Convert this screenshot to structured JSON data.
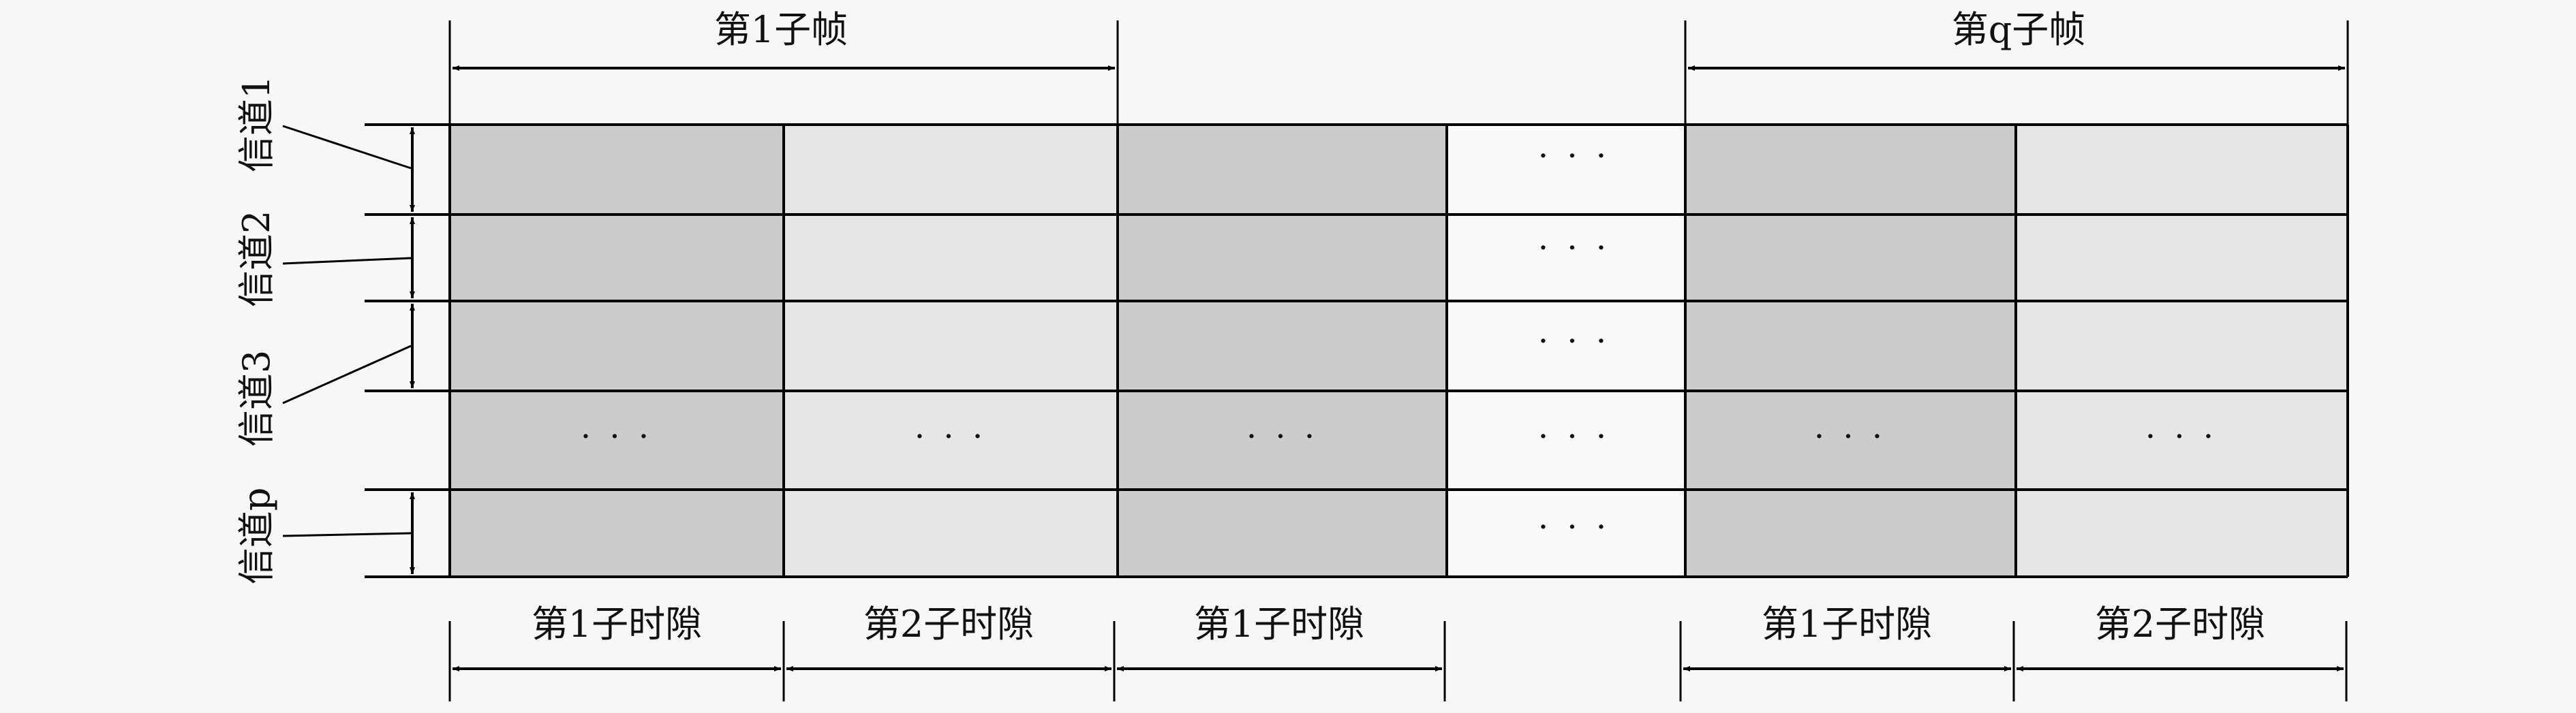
{
  "diagram": {
    "subframes": [
      {
        "label": "第1子帧"
      },
      {
        "label": "第q子帧"
      }
    ],
    "subslots": [
      {
        "label": "第1子时隙"
      },
      {
        "label": "第2子时隙"
      },
      {
        "label": "第1子时隙"
      },
      {
        "label": "第1子时隙"
      },
      {
        "label": "第2子时隙"
      }
    ],
    "channels": [
      {
        "label": "信道1"
      },
      {
        "label": "信道2"
      },
      {
        "label": "信道3"
      },
      {
        "label": "信道p"
      }
    ],
    "ellipsis": "· · ·",
    "colors": {
      "dark_cell": "#cccccc",
      "light_cell": "#e6e6e6",
      "white_cell": "#f9f9f9",
      "line": "#000000",
      "background": "#f7f7f7"
    }
  }
}
